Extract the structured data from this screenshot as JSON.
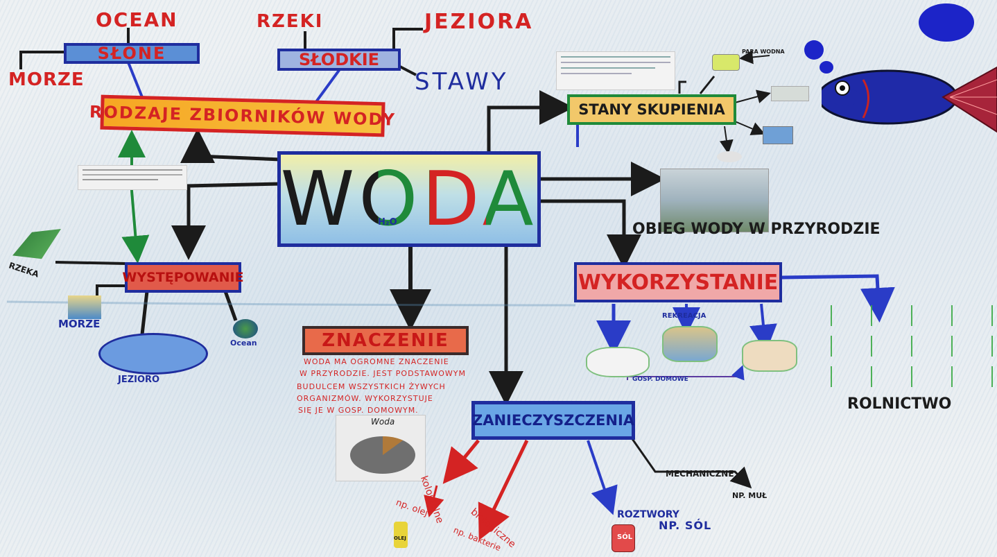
{
  "central": {
    "title": "WODA",
    "formula": "H₂O"
  },
  "top_left": {
    "slone": "SŁONE",
    "ocean": "OCEAN",
    "morze": "MORZE",
    "slodkie": "SŁODKIE",
    "rzeki": "RZEKI",
    "jeziora": "JEZIORA",
    "stawy": "STAWY",
    "rodzaje": "RODZAJE ZBIORNIKÓW WODY"
  },
  "stany": {
    "title": "STANY SKUPIENIA",
    "note": "PARA WODNA"
  },
  "obieg": {
    "title": "OBIEG WODY W PRZYRODZIE"
  },
  "wystepowanie": {
    "title": "WYSTĘPOWANIE",
    "rzeka": "RZEKA",
    "morze": "MORZE",
    "jezioro": "JEZIORO",
    "ocean": "Ocean"
  },
  "znaczenie": {
    "title": "ZNACZENIE",
    "line1": "WODA MA OGROMNE ZNACZENIE",
    "line2": "W PRZYRODZIE. JEST PODSTAWOWYM",
    "line3": "BUDULCEM WSZYSTKICH ŻYWYCH",
    "line4": "ORGANIZMÓW. WYKORZYSTUJE",
    "line5": "SIĘ JE W GOSP. DOMOWYM.",
    "chart_title": "Woda"
  },
  "wykorzystanie": {
    "title": "WYKORZYSTANIE",
    "rekreacja": "REKREACJA",
    "gosp": "GOSP. DOMOWE",
    "rolnictwo": "ROLNICTWO"
  },
  "zanieczyszczenia": {
    "title": "ZANIECZYSZCZENIA",
    "koloidalne": "koloidalne",
    "np_olej": "np. olej",
    "olej_label": "OLEJ",
    "biologiczne": "biologiczne",
    "np_bakterie": "np. bakterie",
    "roztwory": "ROZTWORY",
    "np_sol": "NP. SÓL",
    "sol_label": "SÓL",
    "mechaniczne": "MECHANICZNE",
    "np_muł": "NP. MUŁ"
  },
  "colors": {
    "red": "#d42323",
    "blue": "#1f2d9e",
    "green": "#1f8a3a",
    "orange": "#f4a322",
    "dark": "#1b1b1b"
  }
}
